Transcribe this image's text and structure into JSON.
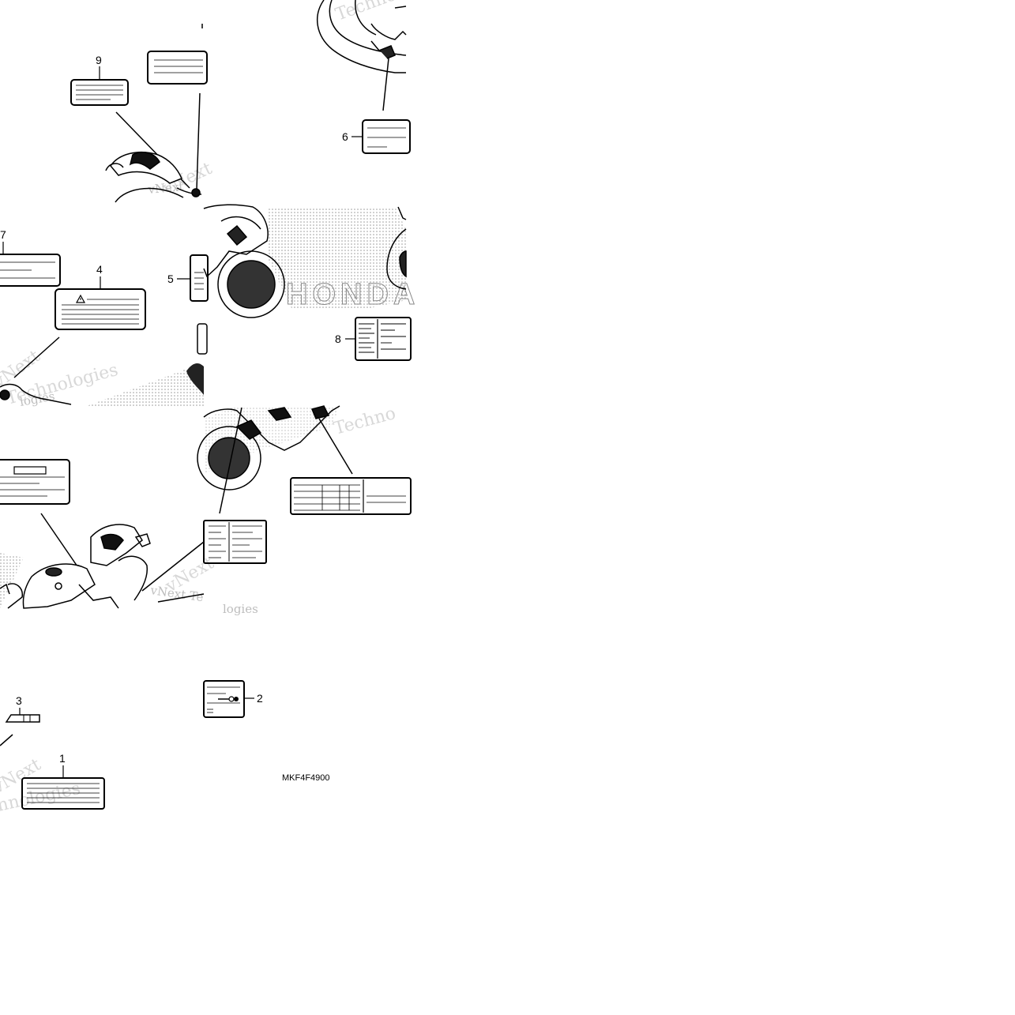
{
  "diagram": {
    "callouts": [
      "9",
      "6",
      "7",
      "4",
      "5",
      "8",
      "3",
      "2",
      "1"
    ],
    "part_code": "MKF4F4900",
    "watermark": {
      "line1": "vNext",
      "line2": "Technologies",
      "fragment_a": "Techno",
      "fragment_b": "vNext Te",
      "fragment_c": "vNext",
      "fragment_d": "hnologies",
      "fragment_e": "logies"
    },
    "brand_text": "HONDA",
    "colors": {
      "line": "#000000",
      "watermark": "#d0d0d0",
      "background": "#ffffff"
    }
  }
}
